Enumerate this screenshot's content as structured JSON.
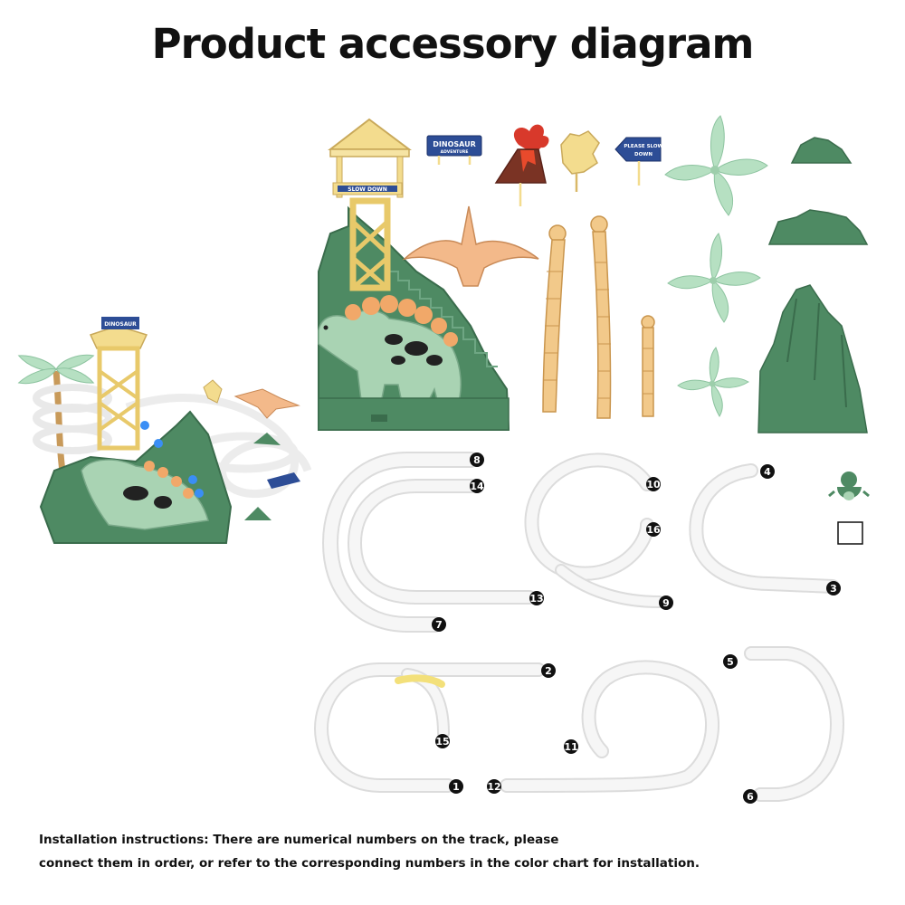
{
  "title": "Product accessory diagram",
  "signs": {
    "park_name": "DINOSAUR",
    "park_sub": "ADVENTURE",
    "tower_sign": "SLOW DOWN",
    "arrow_sign_line1": "PLEASE SLOW",
    "arrow_sign_line2": "DOWN"
  },
  "track_numbers": {
    "n1": "1",
    "n2": "2",
    "n3": "3",
    "n4": "4",
    "n5": "5",
    "n6": "6",
    "n7": "7",
    "n8": "8",
    "n9": "9",
    "n10": "10",
    "n11": "11",
    "n12": "12",
    "n13": "13",
    "n14": "14",
    "n15": "15",
    "n16": "16"
  },
  "instructions": {
    "line1": "Installation instructions: There are numerical numbers on the track, please",
    "line2": "connect them in order, or refer to the corresponding numbers in the color chart for installation."
  },
  "colors": {
    "mountain_green": "#4e8a63",
    "dino_green": "#a9d3b3",
    "tower_yellow": "#f3dc8e",
    "track_white": "#f4f4f4",
    "palm_leaf": "#b6e0c2",
    "trunk_tan": "#f2c98a",
    "pterodactyl": "#f3b98a",
    "volcano_red": "#d8392b",
    "sign_blue": "#2d4d96",
    "badge_black": "#111111"
  }
}
